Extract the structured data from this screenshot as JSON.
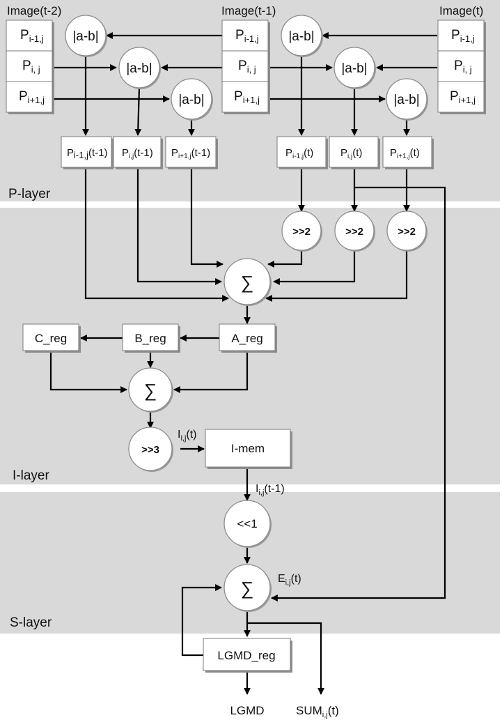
{
  "layers": {
    "p_layer": "P-layer",
    "i_layer": "I-layer",
    "s_layer": "S-layer"
  },
  "images": {
    "t_minus_2": "Image(t-2)",
    "t_minus_1": "Image(t-1)",
    "t": "Image(t)"
  },
  "pixels": {
    "prev_row": {
      "base": "P",
      "sub": "i-1,j"
    },
    "curr_row": {
      "base": "P",
      "sub": "i, j"
    },
    "next_row": {
      "base": "P",
      "sub": "i+1,j"
    }
  },
  "ops": {
    "absdiff": "|a-b|",
    "shr2": ">>2",
    "shr3": ">>3",
    "shl1": "<<1",
    "sigma": "∑"
  },
  "p_outputs": {
    "prev_t1": {
      "base": "P",
      "sub": "i-1,j",
      "suffix": "(t-1)"
    },
    "curr_t1": {
      "base": "P",
      "sub": "i,j",
      "suffix": "(t-1)"
    },
    "next_t1": {
      "base": "P",
      "sub": "i+1,j",
      "suffix": "(t-1)"
    },
    "prev_t": {
      "base": "P",
      "sub": "i-1,j",
      "suffix": "(t)"
    },
    "curr_t": {
      "base": "P",
      "sub": "i,j",
      "suffix": "(t)"
    },
    "next_t": {
      "base": "P",
      "sub": "i+1,j",
      "suffix": "(t)"
    }
  },
  "registers": {
    "a_reg": "A_reg",
    "b_reg": "B_reg",
    "c_reg": "C_reg",
    "i_mem": "I-mem",
    "lgmd_reg": "LGMD_reg"
  },
  "signals": {
    "i_t": {
      "base": "I",
      "sub": "i,j",
      "suffix": "(t)"
    },
    "i_t1": {
      "base": "I",
      "sub": "i,j",
      "suffix": "(t-1)"
    },
    "e_t": {
      "base": "E",
      "sub": "i,j",
      "suffix": "(t)"
    }
  },
  "outputs": {
    "lgmd": "LGMD",
    "sum": {
      "base": "SUM",
      "sub": "i,j",
      "suffix": "(t)"
    }
  }
}
